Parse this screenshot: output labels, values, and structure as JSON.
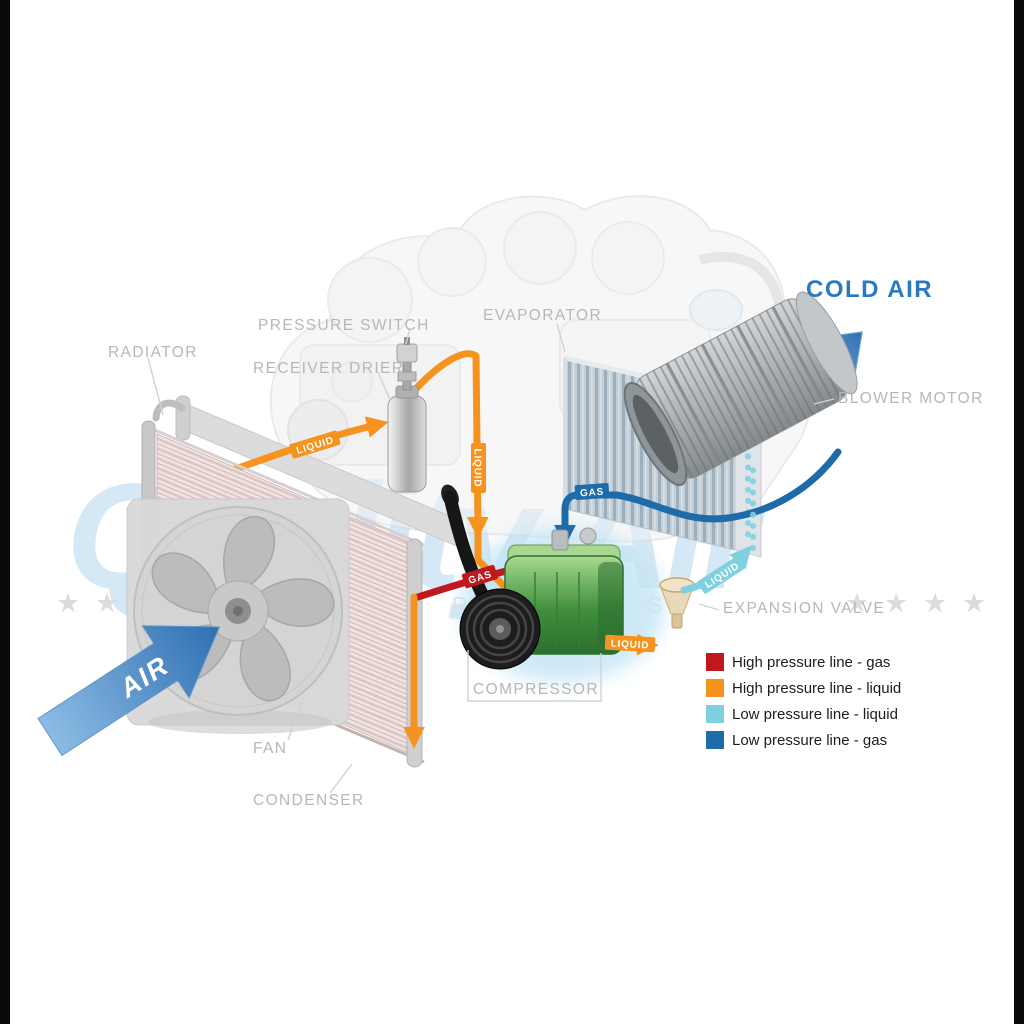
{
  "watermark": {
    "brand": "Quality Air",
    "tagline": "AUTO PARTS"
  },
  "icons": {
    "star": "★"
  },
  "colors": {
    "high_gas": "#c0181e",
    "high_liquid": "#f6921e",
    "low_liquid": "#7fd0e0",
    "low_gas": "#1d6ba8",
    "cold_air_text": "#2a79c2"
  },
  "component_labels": {
    "radiator": "RADIATOR",
    "pressure_switch": "PRESSURE SWITCH",
    "receiver_drier": "RECEIVER DRIER",
    "evaporator": "EVAPORATOR",
    "cold_air": "COLD AIR",
    "blower_motor": "BLOWER MOTOR",
    "expansion_valve": "EXPANSION VALVE",
    "compressor": "COMPRESSOR",
    "fan": "FAN",
    "condenser": "CONDENSER",
    "air": "AIR"
  },
  "line_labels": {
    "liquid_condenser_to_drier": "LIQUID",
    "liquid_drier_down": "LIQUID",
    "liquid_to_valve": "LIQUID",
    "liquid_valve_to_evaporator": "LIQUID",
    "gas_evaporator_to_compressor": "GAS",
    "gas_compressor_to_condenser": "GAS"
  },
  "legend": {
    "items": [
      {
        "label": "High pressure line - gas",
        "color": "#c0181e"
      },
      {
        "label": "High pressure line - liquid",
        "color": "#f6921e"
      },
      {
        "label": "Low pressure line - liquid",
        "color": "#7fd0e0"
      },
      {
        "label": "Low pressure line -  gas",
        "color": "#1d6ba8"
      }
    ]
  }
}
